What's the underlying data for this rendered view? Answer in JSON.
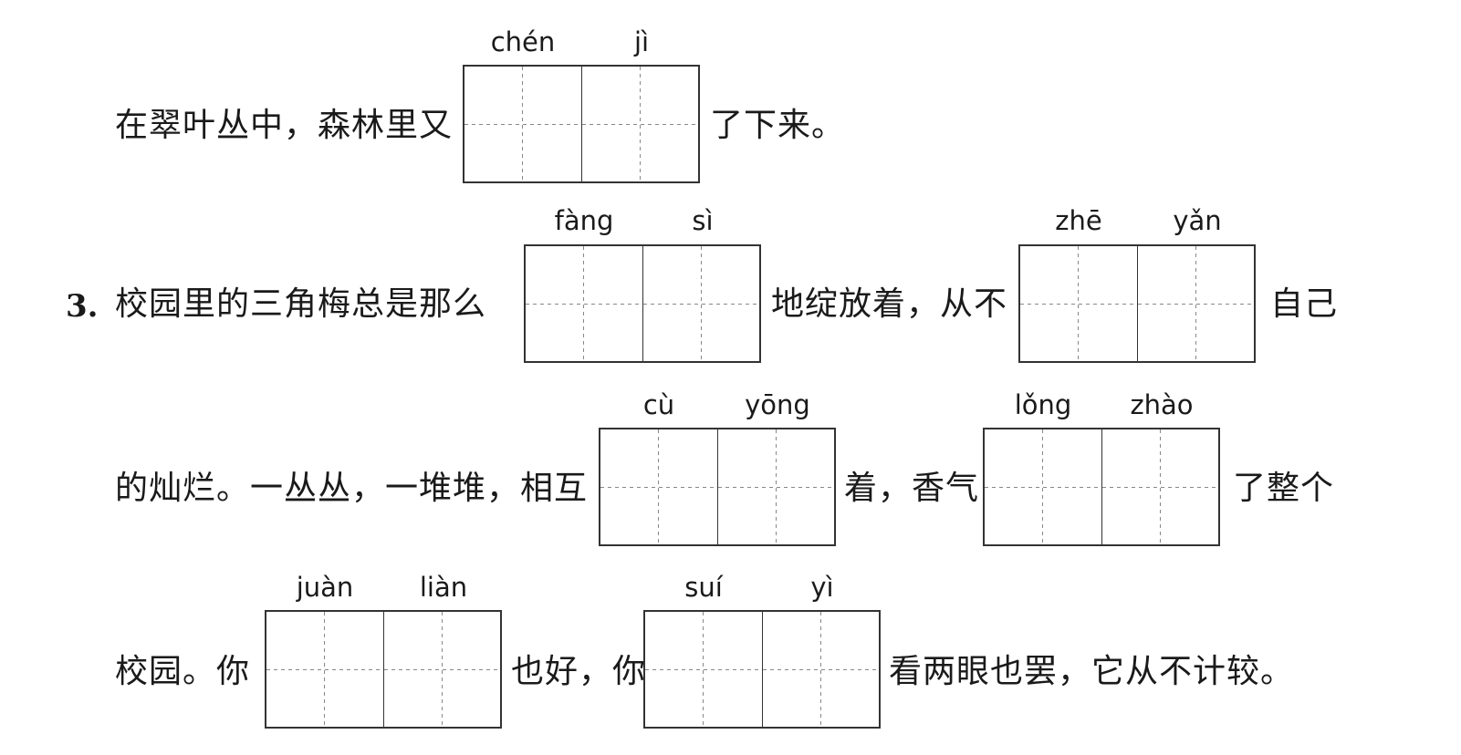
{
  "question_number": "3.",
  "lines": {
    "line1_before": "在翠叶丛中，森林里又",
    "line1_after": "了下来。",
    "line2_before": "校园里的三角梅总是那么",
    "line2_middle": "地绽放着，从不",
    "line2_after": "自己",
    "line3_before": "的灿烂。一丛丛，一堆堆，相互",
    "line3_middle": "着，香气",
    "line3_after": "了整个",
    "line4_before": "校园。你",
    "line4_middle": "也好，你",
    "line4_after": "看两眼也罢，它从不计较。"
  },
  "blanks": [
    {
      "pinyin": [
        "chén",
        "jì"
      ]
    },
    {
      "pinyin": [
        "fàng",
        "sì"
      ]
    },
    {
      "pinyin": [
        "zhē",
        "yǎn"
      ]
    },
    {
      "pinyin": [
        "cù",
        "yōng"
      ]
    },
    {
      "pinyin": [
        "lǒng",
        "zhào"
      ]
    },
    {
      "pinyin": [
        "juàn",
        "liàn"
      ]
    },
    {
      "pinyin": [
        "suí",
        "yì"
      ]
    }
  ]
}
